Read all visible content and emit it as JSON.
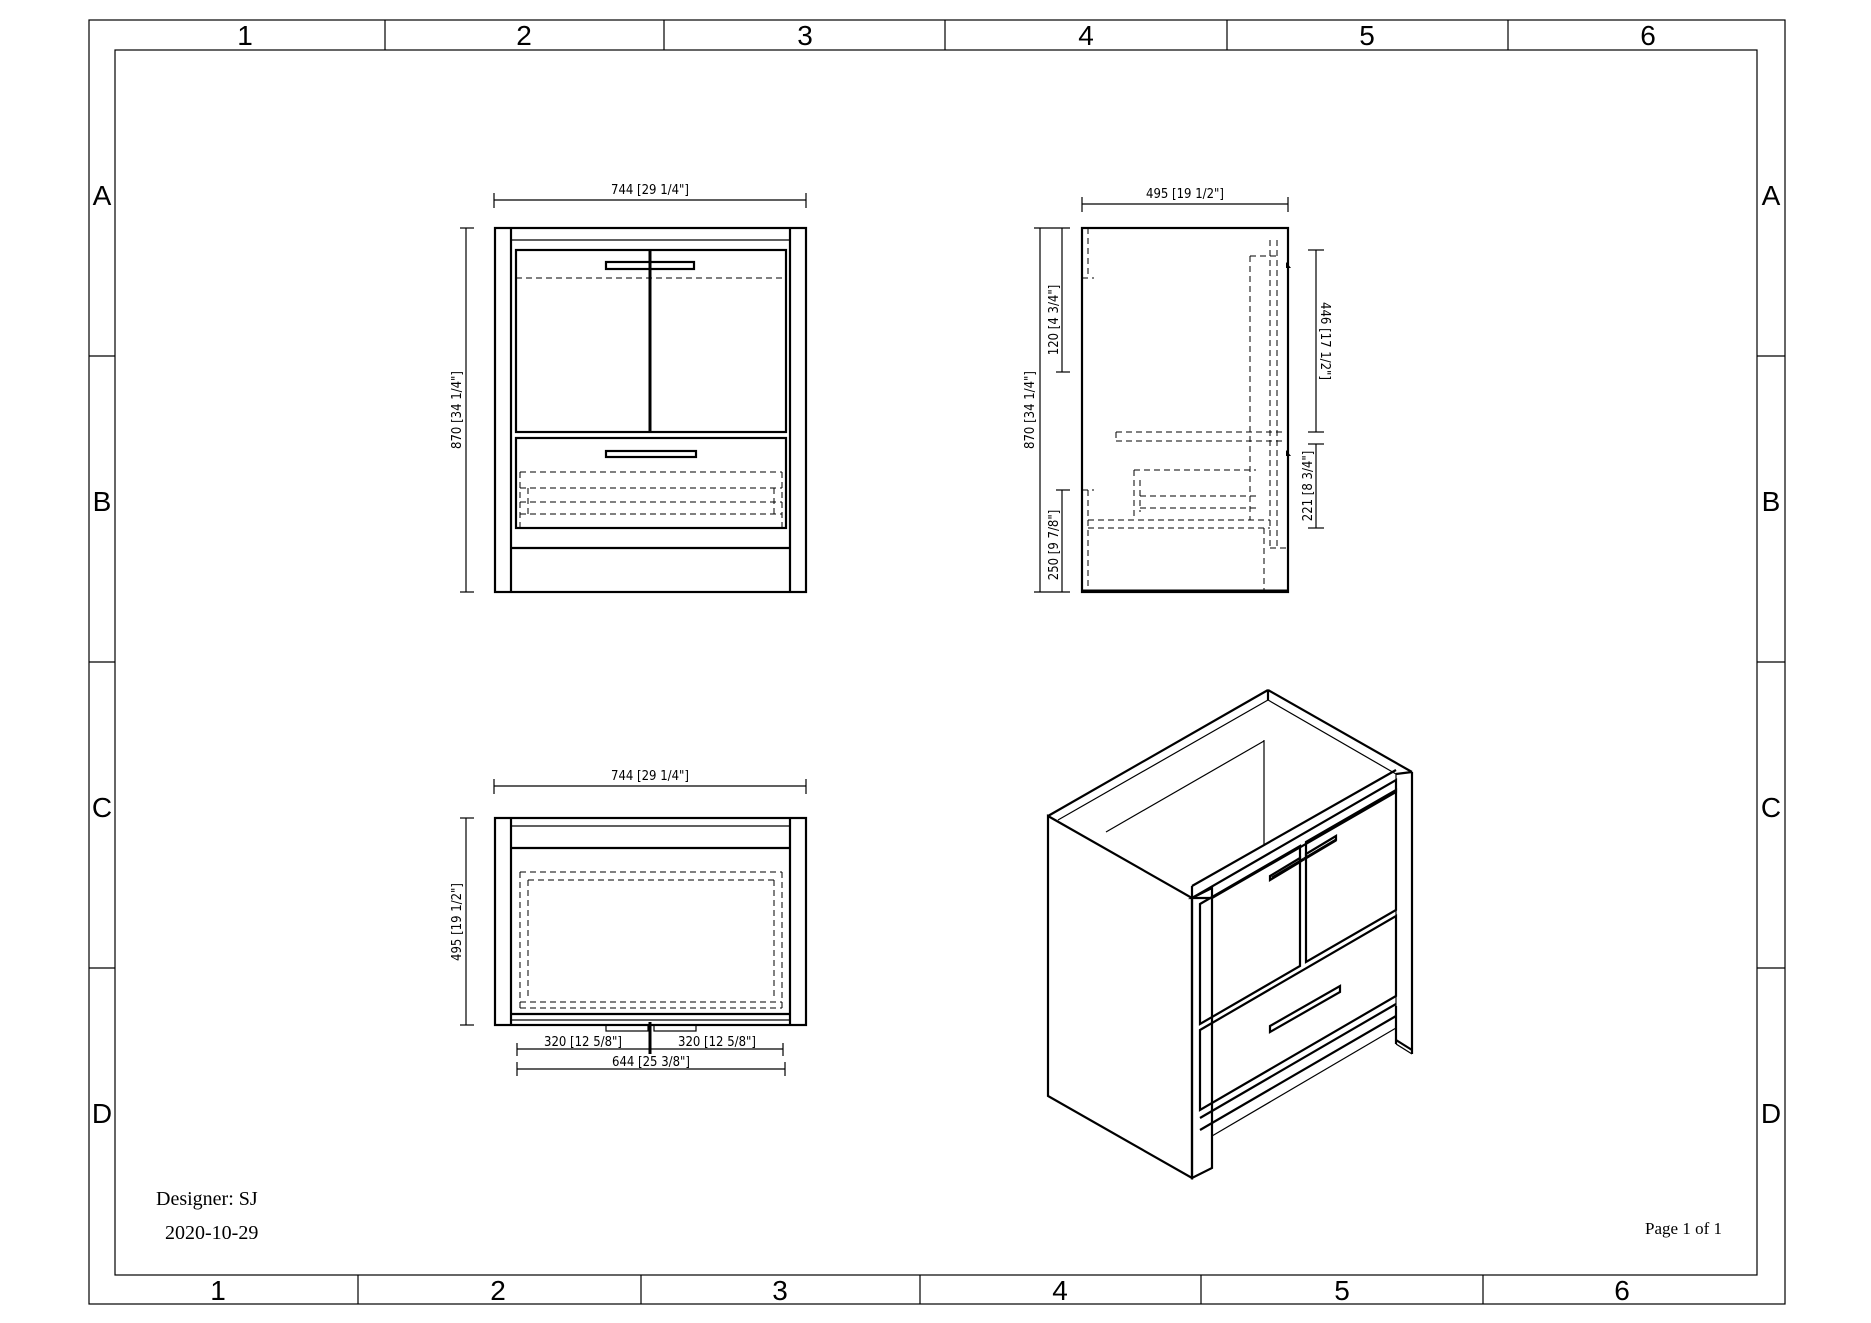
{
  "border": {
    "columns": [
      "1",
      "2",
      "3",
      "4",
      "5",
      "6"
    ],
    "rows": [
      "A",
      "B",
      "C",
      "D"
    ]
  },
  "front_view": {
    "width_dim": "744 [29 1/4\"]",
    "height_dim": "870 [34 1/4\"]"
  },
  "side_view": {
    "depth_dim": "495 [19 1/2\"]",
    "height_dim": "870 [34 1/4\"]",
    "top_dim": "120 [4 3/4\"]",
    "bottom_dim": "250 [9 7/8\"]",
    "door_dim": "446 [17 1/2\"]",
    "drawer_dim": "221 [8 3/4\"]"
  },
  "top_view": {
    "width_dim": "744 [29 1/4\"]",
    "depth_dim": "495 [19 1/2\"]",
    "left_dim": "320 [12 5/8\"]",
    "right_dim": "320 [12 5/8\"]",
    "inner_dim": "644 [25 3/8\"]"
  },
  "title_block": {
    "designer": "Designer: SJ",
    "date": "2020-10-29",
    "page": "Page 1 of 1"
  }
}
